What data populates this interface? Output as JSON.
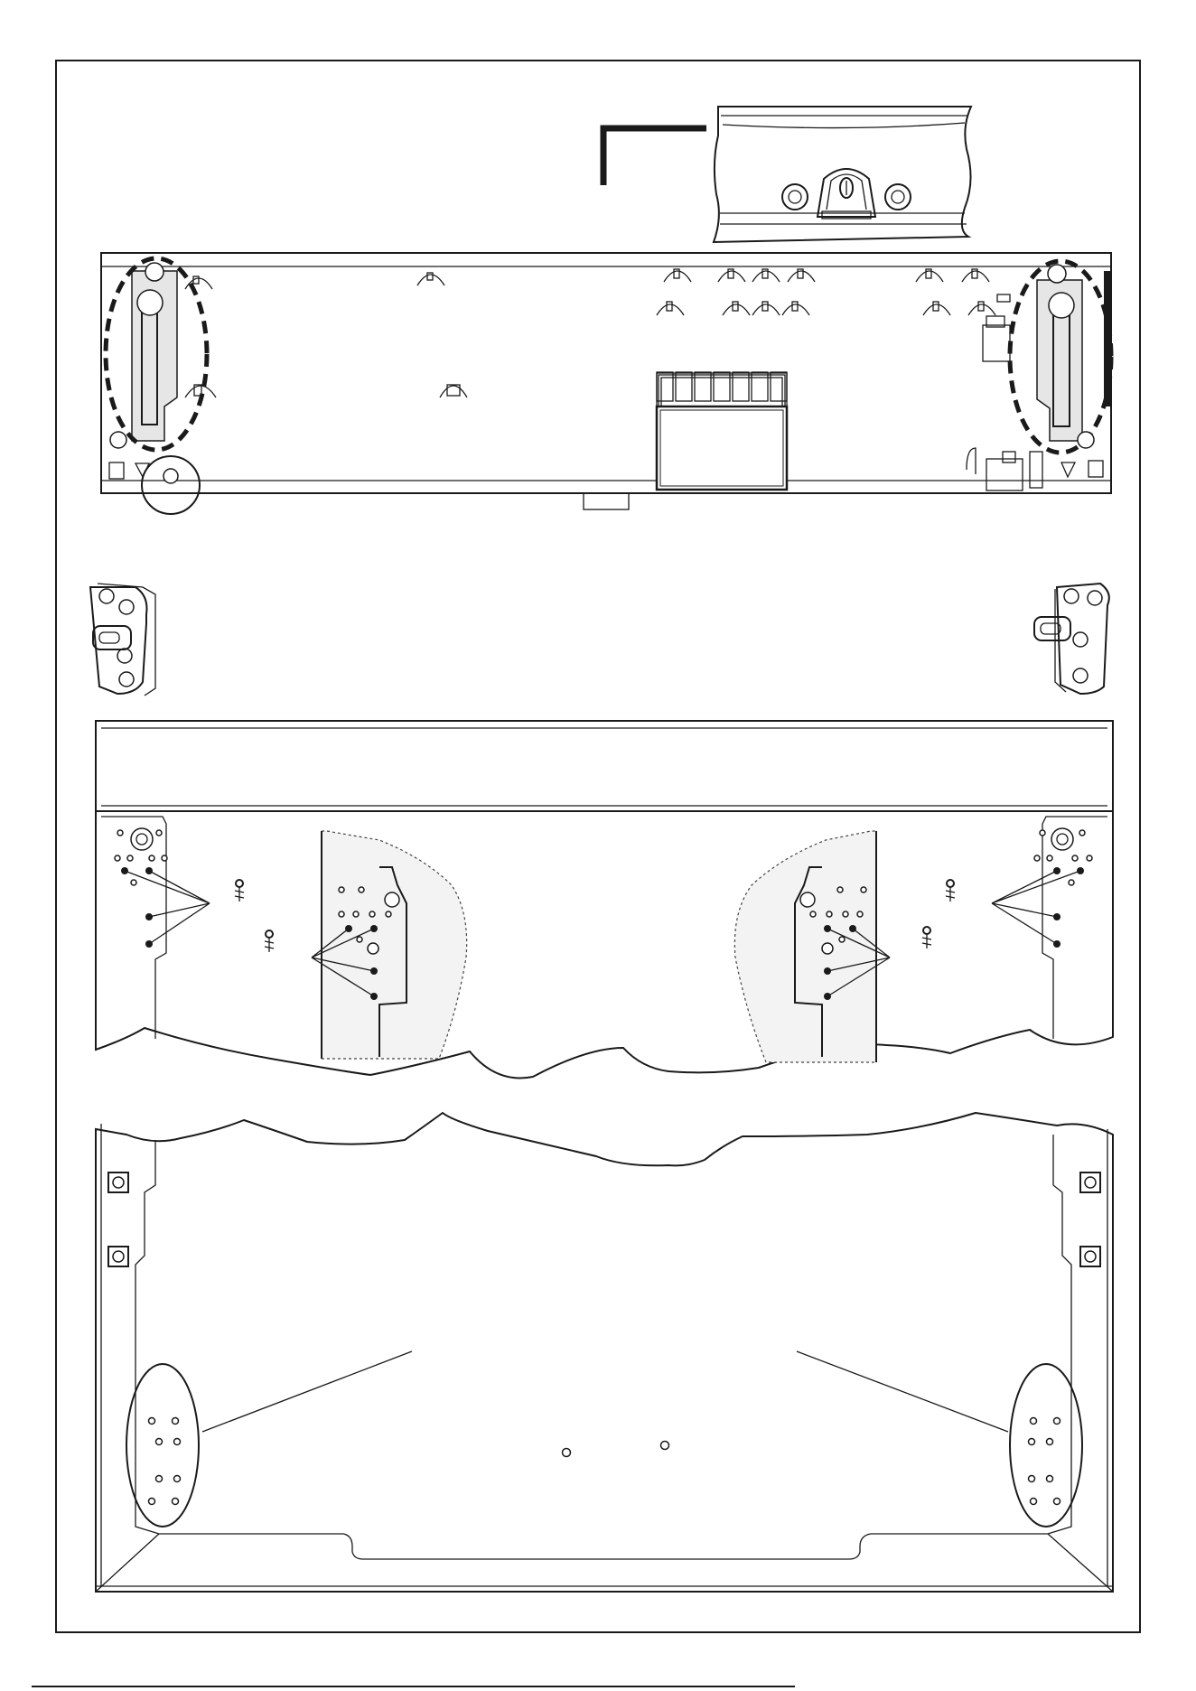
{
  "document": {
    "type": "assembly-instruction-page",
    "frame": "single-bordered-page",
    "figures": [
      "detail-inset-clip",
      "panel-back-view",
      "hinge-bracket-left",
      "hinge-bracket-right",
      "door-panel-screw-mounting",
      "cabinet-base-view"
    ]
  },
  "colors": {
    "ink": "#1a1a1a",
    "shade": "#e6e6e6",
    "highlight": "#f3f3f3",
    "paper": "#ffffff"
  },
  "icons": {
    "screw": "screw-icon",
    "torx_screw": "torx-screw-icon",
    "hinge": "hinge-bracket-icon"
  }
}
